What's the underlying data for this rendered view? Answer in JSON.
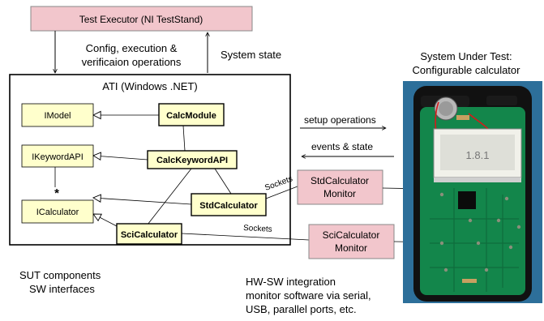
{
  "executor": {
    "label": "Test Executor (NI TestStand)",
    "fill": "#f2c6cc"
  },
  "arrows": {
    "config_line1": "Config, execution &",
    "config_line2": "verificaion operations",
    "system_state": "System state",
    "setup_operations": "setup operations",
    "events_state": "events & state"
  },
  "ati": {
    "title": "ATI (Windows .NET)",
    "interface_fill": "#ffffcc",
    "interfaces": [
      "IModel",
      "IKeywordAPI",
      "ICalculator"
    ],
    "classes": [
      "CalcModule",
      "CalcKeywordAPI",
      "StdCalculator",
      "SciCalculator"
    ],
    "multiplicity": "*"
  },
  "sockets": [
    "Sockets",
    "Sockets"
  ],
  "monitors": {
    "fill": "#f2c6cc",
    "std": [
      "StdCalculator",
      "Monitor"
    ],
    "sci": [
      "SciCalculator",
      "Monitor"
    ]
  },
  "sut": {
    "title_line1": "System Under Test:",
    "title_line2": "Configurable calculator",
    "display": "1.8.1"
  },
  "captions": {
    "sut_components_line1": "SUT components",
    "sut_components_line2": "SW interfaces",
    "hwsw_line1": "HW-SW integration",
    "hwsw_line2": "monitor software via serial,",
    "hwsw_line3": "USB, parallel ports, etc."
  }
}
